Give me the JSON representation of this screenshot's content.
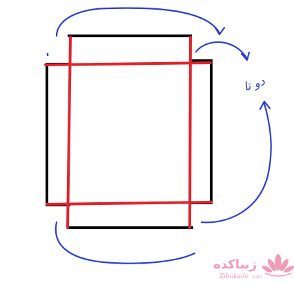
{
  "drawing": {
    "annotation_text": "دو تا",
    "colors": {
      "outer_square": "#000000",
      "inner_square": "#e0242e",
      "arrows": "#2b3fc4",
      "watermark": "#f08aa8"
    }
  },
  "watermark": {
    "brand": "زیباکده",
    "sub": "Zibakade",
    "domain": ".com"
  }
}
